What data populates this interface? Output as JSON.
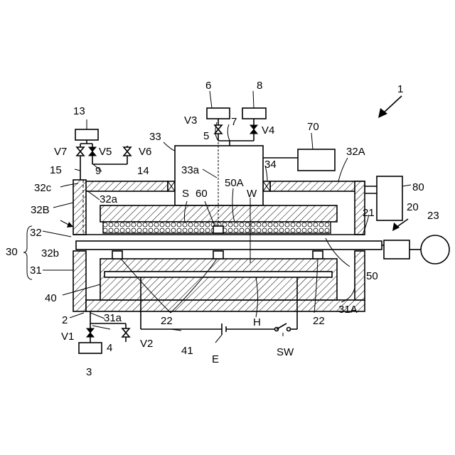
{
  "figure": {
    "labels": {
      "l1": "1",
      "l2": "2",
      "l3": "3",
      "l4": "4",
      "l5": "5",
      "l6": "6",
      "l7": "7",
      "l8": "8",
      "l9": "9",
      "l13": "13",
      "l14": "14",
      "l15": "15",
      "l20": "20",
      "l21": "21",
      "l22a": "22",
      "l22b": "22",
      "l23": "23",
      "l30": "30",
      "l31": "31",
      "l31A": "31A",
      "l31a": "31a",
      "l32": "32",
      "l32A": "32A",
      "l32B": "32B",
      "l32a": "32a",
      "l32b": "32b",
      "l32c": "32c",
      "l33": "33",
      "l33a": "33a",
      "l34": "34",
      "l40": "40",
      "l41": "41",
      "l50": "50",
      "l50A": "50A",
      "l60": "60",
      "l70": "70",
      "l80": "80",
      "lS": "S",
      "lW": "W",
      "lH": "H",
      "lE": "E",
      "lSW": "SW",
      "lV1": "V1",
      "lV2": "V2",
      "lV3": "V3",
      "lV4": "V4",
      "lV5": "V5",
      "lV6": "V6",
      "lV7": "V7"
    }
  }
}
